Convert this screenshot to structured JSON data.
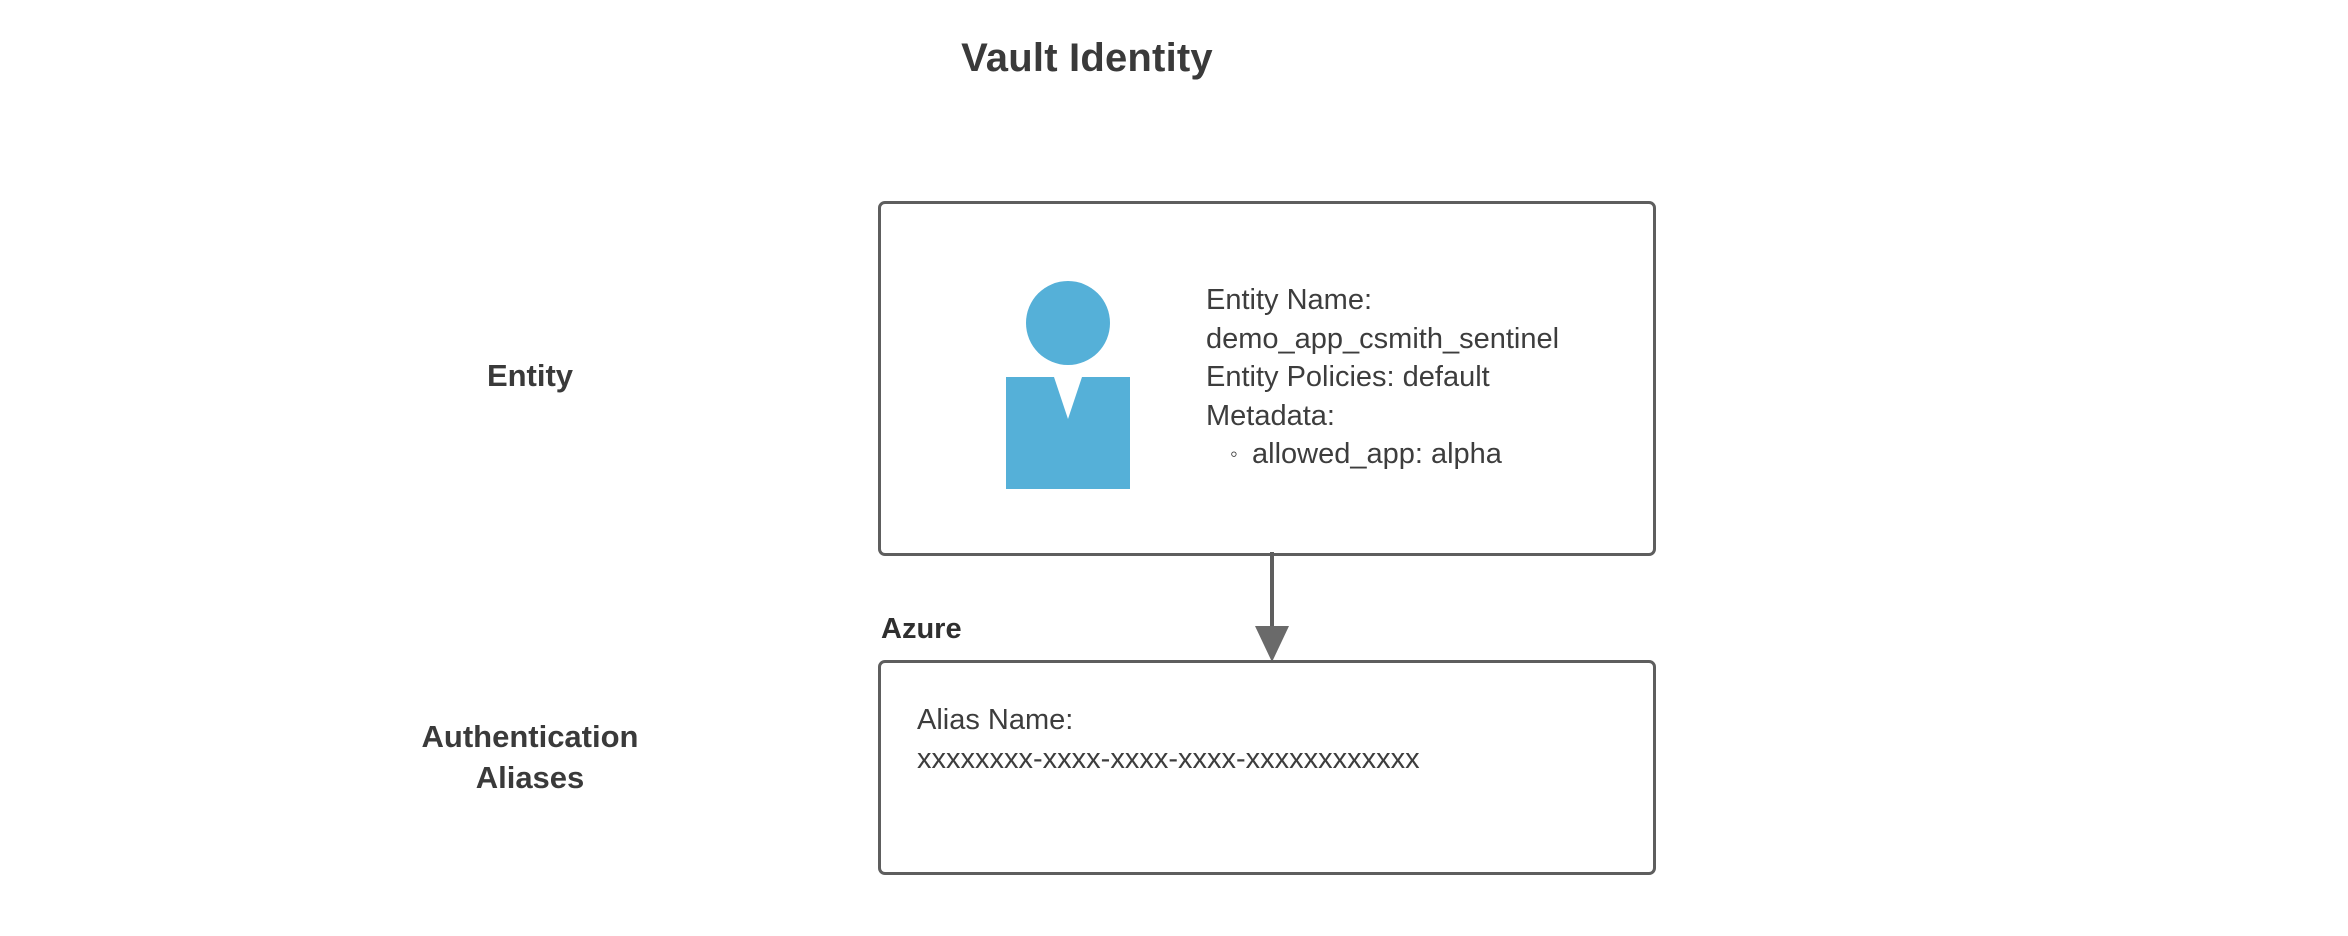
{
  "diagram": {
    "title": "Vault Identity",
    "accent_color": "#55b0d8",
    "border_color": "#5e5e5e",
    "text_color": "#3d3d3d",
    "background": "#ffffff"
  },
  "rows": [
    {
      "label": "Entity"
    },
    {
      "label": "Authentication\nAliases",
      "line1": "Authentication",
      "line2": "Aliases"
    }
  ],
  "entity": {
    "icon": "person-icon",
    "details": {
      "name_label": "Entity Name:",
      "name_value": "demo_app_csmith_sentinel",
      "policies": "Entity Policies: default",
      "metadata_label": "Metadata:",
      "metadata_items": [
        {
          "bullet": "◦",
          "text": "allowed_app: alpha"
        }
      ]
    }
  },
  "alias": {
    "source_label": "Azure",
    "details": {
      "name_label": "Alias Name:",
      "name_value": "xxxxxxxx-xxxx-xxxx-xxxx-xxxxxxxxxxxx"
    }
  },
  "connector": {
    "from": "Entity",
    "to": "Azure",
    "direction": "down",
    "arrowhead": "filled-triangle"
  }
}
